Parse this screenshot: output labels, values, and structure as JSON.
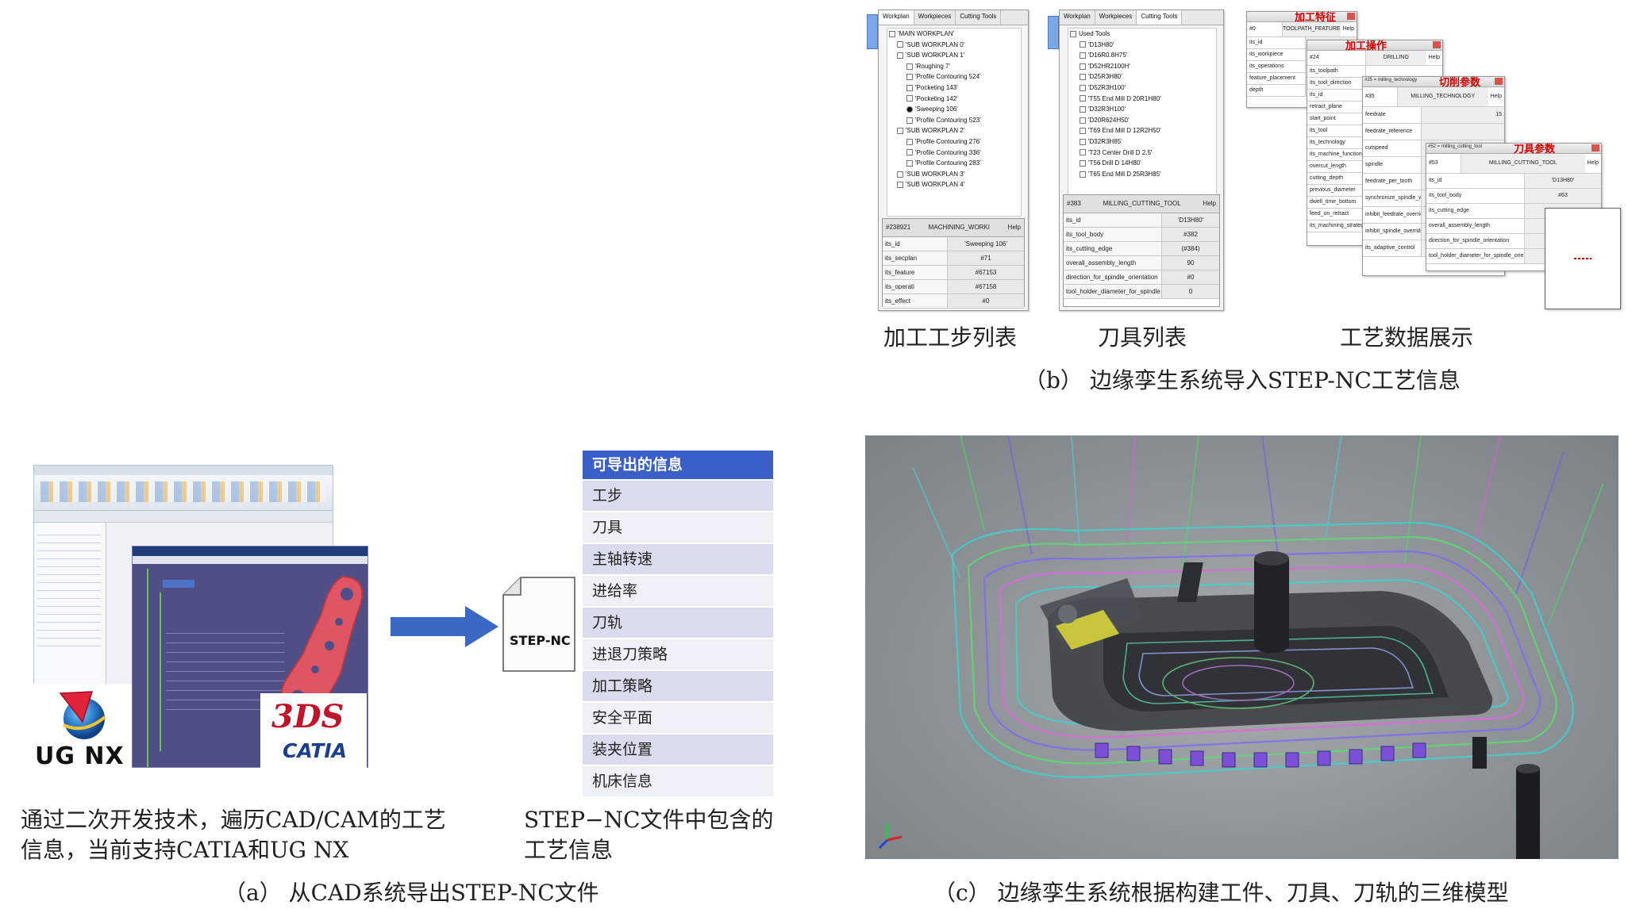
{
  "panel_b": {
    "caption": "（b） 边缘孪生系统导入STEP-NC工艺信息",
    "label_workplan": "加工工步列表",
    "label_tools": "刀具列表",
    "label_process": "工艺数据展示",
    "workplan_window": {
      "tabs": [
        "Workplan",
        "Workpieces",
        "Cutting Tools"
      ],
      "tree": [
        "'MAIN WORKPLAN'",
        "'SUB WORKPLAN 0'",
        "'SUB WORKPLAN 1'",
        "'Roughing 7'",
        "'Profile Contouring 524'",
        "'Pocketing 143'",
        "'Pocketing 142'",
        "'Sweeping 106'",
        "'Profile Contouring 523'",
        "'SUB WORKPLAN 2'",
        "'Profile Contouring 276'",
        "'Profile Contouring 336'",
        "'Profile Contouring 283'",
        "'SUB WORKPLAN 3'",
        "'SUB WORKPLAN 4'"
      ],
      "header": [
        "#238921",
        "MACHINING_WORKI",
        "Help"
      ],
      "props": [
        {
          "k": "its_id",
          "v": "'Sweeping 106'"
        },
        {
          "k": "its_secplan",
          "v": "#71"
        },
        {
          "k": "its_feature",
          "v": "#67153"
        },
        {
          "k": "its_operati",
          "v": "#67158"
        },
        {
          "k": "its_effect",
          "v": "#0"
        }
      ]
    },
    "tools_window": {
      "tabs": [
        "Workplan",
        "Workpieces",
        "Cutting Tools"
      ],
      "tree": [
        "Used Tools",
        "'D13H80'",
        "'D16R0.8H75'",
        "'D52HR2100H'",
        "'D25R3H80'",
        "'D52R3H100'",
        "'T55 End Mill D 20R1H80'",
        "'D32R3H100'",
        "'D20R624H50'",
        "'T69 End Mill D 12R2H50'",
        "'D32R3H85'",
        "'T23 Center Drill D 2.5'",
        "'T56 Drill D 14H80'",
        "'T65 End Mill D 25R3H85'"
      ],
      "header": [
        "#383",
        "MILLING_CUTTING_TOOL",
        "Help"
      ],
      "props": [
        {
          "k": "its_id",
          "v": "'D13H80'"
        },
        {
          "k": "its_tool_body",
          "v": "#382"
        },
        {
          "k": "its_cutting_edge",
          "v": "(#384)"
        },
        {
          "k": "overall_assembly_length",
          "v": "90"
        },
        {
          "k": "direction_for_spindle_orientation",
          "v": "#0"
        },
        {
          "k": "tool_holder_diameter_for_spindle",
          "v": "0"
        }
      ]
    },
    "stack": {
      "titles": [
        "加工特征",
        "加工操作",
        "切削参数",
        "刀具参数"
      ],
      "w1": {
        "hdr": [
          "#0",
          "TOOLPATH_FEATURE",
          "Help"
        ],
        "rows": [
          "its_id",
          "its_workpiece",
          "its_operations",
          "feature_placement",
          "depth"
        ]
      },
      "w2": {
        "hdr": [
          "#24",
          "DRILLING",
          "Help"
        ],
        "rows": [
          "its_toolpath",
          "its_tool_direction",
          "its_id",
          "retract_plane",
          "start_point",
          "its_tool",
          "its_technology",
          "its_machine_functions",
          "overcut_length",
          "cutting_depth",
          "previous_diameter",
          "dwell_time_bottom",
          "feed_on_retract",
          "its_machining_strategy"
        ]
      },
      "w3": {
        "hdr": [
          "#25 = milling_technology",
          "#35",
          "MILLING_TECHNOLOGY",
          "Help"
        ],
        "rows": [
          {
            "k": "feedrate",
            "v": "15"
          },
          {
            "k": "feedrate_reference",
            "v": ""
          },
          {
            "k": "cutspeed",
            "v": ""
          },
          {
            "k": "spindle",
            "v": ""
          },
          {
            "k": "feedrate_per_tooth",
            "v": ""
          },
          {
            "k": "synchronize_spindle_with_feed",
            "v": ""
          },
          {
            "k": "inhibit_feedrate_override",
            "v": ""
          },
          {
            "k": "inhibit_spindle_override",
            "v": ""
          },
          {
            "k": "its_adaptive_control",
            "v": ""
          }
        ]
      },
      "w4": {
        "hdr": [
          "#52 = milling_cutting_tool",
          "#53",
          "MILLING_CUTTING_TOOL",
          "Help"
        ],
        "rows": [
          {
            "k": "its_id",
            "v": "'D13H80'"
          },
          {
            "k": "its_tool_body",
            "v": "#63"
          },
          {
            "k": "its_cutting_edge",
            "v": ""
          },
          {
            "k": "overall_assembly_length",
            "v": ""
          },
          {
            "k": "direction_for_spindle_orientation",
            "v": ""
          },
          {
            "k": "tool_holder_diameter_for_spindle_orientation",
            "v": ""
          }
        ]
      }
    }
  },
  "panel_a": {
    "caption": "（a） 从CAD系统导出STEP-NC文件",
    "left_text_1": "通过二次开发技术，遍历CAD/CAM的工艺",
    "left_text_2": "信息，当前支持CATIA和UG NX",
    "right_text_1": "STEP−NC文件中包含的",
    "right_text_2": "工艺信息",
    "ug_logo": "UG NX",
    "catia_logo": "CATIA",
    "ds_logo": "3DS",
    "file_label": "STEP-NC",
    "table_header": "可导出的信息",
    "table_rows": [
      "工步",
      "刀具",
      "主轴转速",
      "进给率",
      "刀轨",
      "进退刀策略",
      "加工策略",
      "安全平面",
      "装夹位置",
      "机床信息"
    ]
  },
  "panel_c": {
    "caption": "（c） 边缘孪生系统根据构建工件、刀具、刀轨的三维模型"
  },
  "colors": {
    "table_header": "#3a5fc8",
    "table_row_light": "#eef0f7",
    "table_row_dark": "#d9dcec",
    "arrow": "#3a68c4",
    "red_label": "#d40000"
  }
}
